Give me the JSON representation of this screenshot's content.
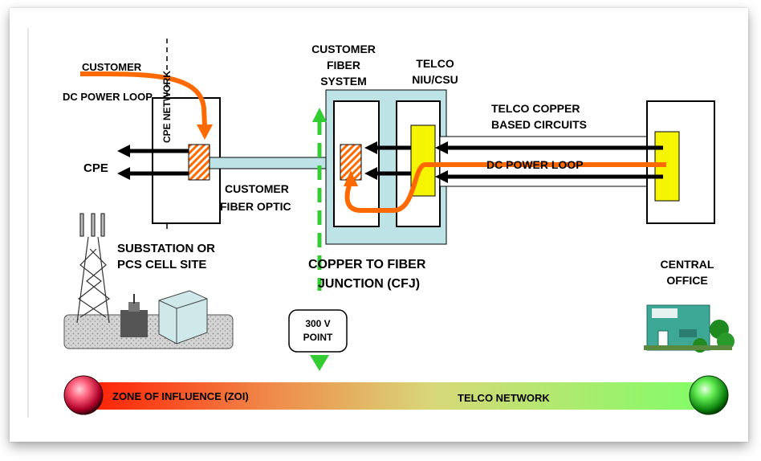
{
  "labels": {
    "customer": "CUSTOMER",
    "dc_power_loop_left": "DC POWER LOOP",
    "cpe_network": "CPE NETWORK",
    "cpe": "CPE",
    "customer_fiber_system": [
      "CUSTOMER",
      "FIBER",
      "SYSTEM"
    ],
    "telco_niu": [
      "TELCO",
      "NIU/CSU"
    ],
    "telco_copper": [
      "TELCO COPPER",
      "BASED CIRCUITS"
    ],
    "dc_power_loop_right": "DC POWER LOOP",
    "customer_fiber_optic": [
      "CUSTOMER",
      "FIBER OPTIC"
    ],
    "substation": [
      "SUBSTATION OR",
      "PCS CELL SITE"
    ],
    "cfj": [
      "COPPER TO FIBER",
      "JUNCTION (CFJ)"
    ],
    "central_office": [
      "CENTRAL",
      "OFFICE"
    ],
    "point_300v": [
      "300 V",
      "POINT"
    ],
    "zone_of_influence": "ZONE OF INFLUENCE (ZOI)",
    "telco_network": "TELCO NETWORK"
  },
  "colors": {
    "orange": "#ff6a00",
    "green_dashed": "#33cc33",
    "yellow_box": "#f5f500",
    "fiber_box": "#bde3e6",
    "gradient_left": "#ff2200",
    "gradient_mid": "#e0dc70",
    "gradient_right": "#88ff66"
  }
}
